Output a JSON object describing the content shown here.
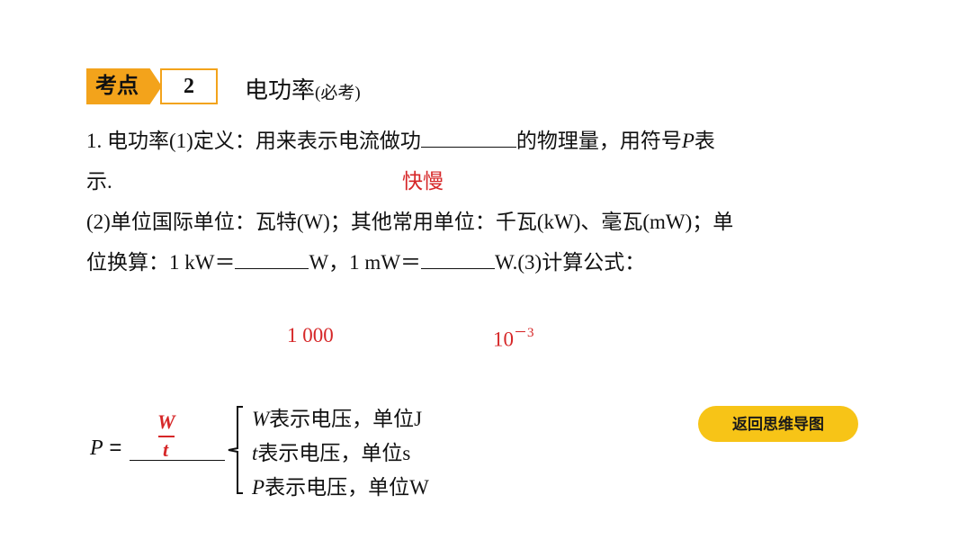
{
  "header": {
    "badge_label": "考点",
    "badge_number": "2",
    "title": "电功率",
    "title_note": "(必考)"
  },
  "content": {
    "line1_prefix": "1. 电功率(1)定义：用来表示电流做功",
    "line1_suffix_a": "的物理量，用符号",
    "line1_symbol": "P",
    "line1_suffix_b": "表",
    "line2": "示.",
    "answer_speed": "快慢",
    "line3": "(2)单位国际单位：瓦特(W)；其他常用单位：千瓦(kW)、毫瓦(mW)；单",
    "line4_a": "位换算：1 kW＝",
    "line4_b": "W，1 mW＝",
    "line4_c": "W.(3)计算公式：",
    "answer_kw": "1 000",
    "answer_mw_base": "10",
    "answer_mw_exp": "－3"
  },
  "formula": {
    "lhs": "P",
    "equals": " = ",
    "numerator": "W",
    "denominator": "t"
  },
  "brace_items": [
    {
      "symbol": "W",
      "text": "表示电压，单位",
      "unit": "J"
    },
    {
      "symbol": "t",
      "text": "表示电压，单位",
      "unit": "s"
    },
    {
      "symbol": "P",
      "text": "表示电压，单位",
      "unit": "W"
    }
  ],
  "buttons": {
    "back_label": "返回思维导图"
  },
  "colors": {
    "badge": "#f3a31b",
    "answer": "#d62728",
    "button": "#f7c417"
  }
}
